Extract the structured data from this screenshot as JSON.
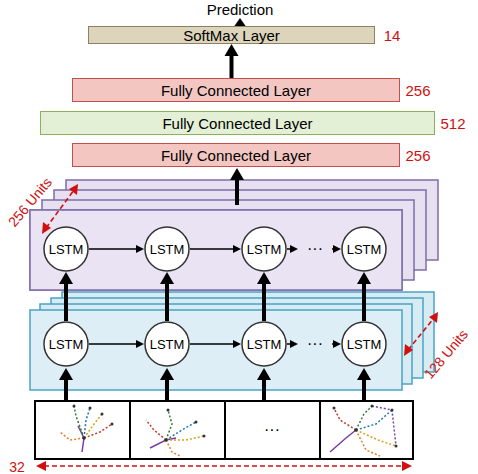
{
  "diagram": {
    "nodes": [
      {
        "text": [
          "SoftMax Layer"
        ]
      },
      {
        "text": [
          "Fully Connected Layer"
        ]
      },
      {
        "text": [
          "Fully Connected Layer"
        ]
      },
      {
        "text": [
          "Fully Connected Layer"
        ]
      },
      {
        "text": [
          "LSTM"
        ]
      },
      {
        "text": [
          "LSTM"
        ]
      },
      {
        "text": [
          "LSTM"
        ]
      },
      {
        "text": [
          "LSTM"
        ]
      },
      {
        "text": [
          "LSTM"
        ]
      },
      {
        "text": [
          "LSTM"
        ]
      },
      {
        "text": [
          "LSTM"
        ]
      },
      {
        "text": [
          "LSTM"
        ]
      }
    ],
    "edges": [
      {
        "from": 1,
        "to": 0,
        "arrow": "to"
      },
      {
        "from": 4,
        "to": 5,
        "arrow": "to"
      },
      {
        "from": 5,
        "to": 6,
        "arrow": "to"
      },
      {
        "from": 6,
        "to": 7,
        "arrow": "to"
      },
      {
        "from": 8,
        "to": 9,
        "arrow": "to"
      },
      {
        "from": 9,
        "to": 10,
        "arrow": "to"
      },
      {
        "from": 10,
        "to": 11,
        "arrow": "to"
      },
      {
        "from": 8,
        "to": 4,
        "arrow": "to"
      },
      {
        "from": 9,
        "to": 5,
        "arrow": "to"
      },
      {
        "from": 10,
        "to": 6,
        "arrow": "to"
      },
      {
        "from": 11,
        "to": 7,
        "arrow": "to"
      }
    ],
    "labels": [
      "Prediction",
      "14",
      "256",
      "512",
      "256",
      "256 Units",
      "128 Units",
      "32",
      "···",
      "···",
      "···"
    ]
  }
}
